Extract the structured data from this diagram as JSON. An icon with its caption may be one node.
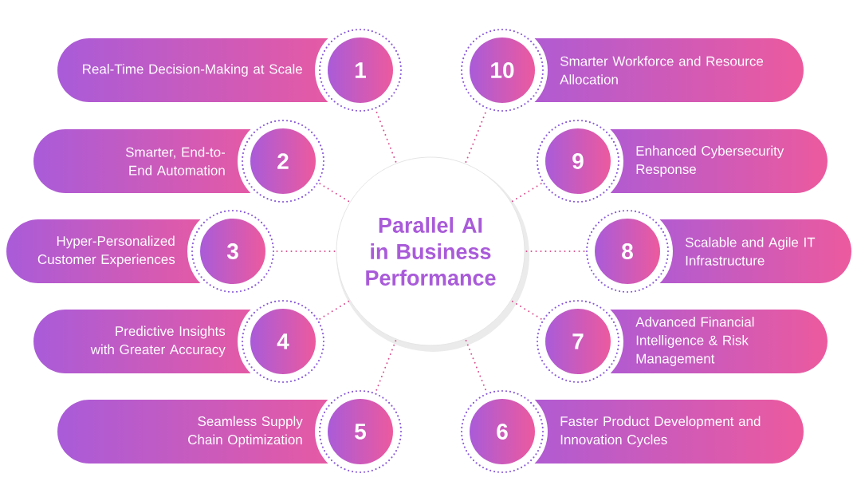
{
  "diagram": {
    "nodes": [
      {
        "text": [
          "Parallel AI in Business Performance"
        ]
      },
      {
        "text": [
          "1"
        ]
      },
      {
        "text": [
          "Real-Time Decision-Making at Scale"
        ]
      },
      {
        "text": [
          "2"
        ]
      },
      {
        "text": [
          "Smarter, End-to-End Automation"
        ]
      },
      {
        "text": [
          "3"
        ]
      },
      {
        "text": [
          "Hyper-Personalized Customer Experiences"
        ]
      },
      {
        "text": [
          "4"
        ]
      },
      {
        "text": [
          "Predictive Insights with Greater Accuracy"
        ]
      },
      {
        "text": [
          "5"
        ]
      },
      {
        "text": [
          "Seamless Supply Chain Optimization"
        ]
      },
      {
        "text": [
          "6"
        ]
      },
      {
        "text": [
          "Faster Product Development and Innovation Cycles"
        ]
      },
      {
        "text": [
          "7"
        ]
      },
      {
        "text": [
          "Advanced Financial Intelligence & Risk Management"
        ]
      },
      {
        "text": [
          "8"
        ]
      },
      {
        "text": [
          "Scalable and Agile IT Infrastructure"
        ]
      },
      {
        "text": [
          "9"
        ]
      },
      {
        "text": [
          "Enhanced Cybersecurity Response"
        ]
      },
      {
        "text": [
          "10"
        ]
      },
      {
        "text": [
          "Smarter Workforce and Resource Allocation"
        ]
      }
    ],
    "edges": [
      {
        "from": 0,
        "to": 1,
        "arrow": "none"
      },
      {
        "from": 0,
        "to": 3,
        "arrow": "none"
      },
      {
        "from": 0,
        "to": 5,
        "arrow": "none"
      },
      {
        "from": 0,
        "to": 7,
        "arrow": "none"
      },
      {
        "from": 0,
        "to": 9,
        "arrow": "none"
      },
      {
        "from": 0,
        "to": 11,
        "arrow": "none"
      },
      {
        "from": 0,
        "to": 13,
        "arrow": "none"
      },
      {
        "from": 0,
        "to": 15,
        "arrow": "none"
      },
      {
        "from": 0,
        "to": 17,
        "arrow": "none"
      },
      {
        "from": 0,
        "to": 19,
        "arrow": "none"
      }
    ]
  }
}
